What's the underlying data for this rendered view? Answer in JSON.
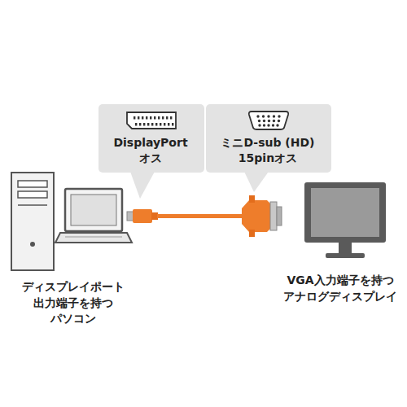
{
  "diagram": {
    "nodes": [
      {
        "text": [
          "DisplayPort オス"
        ]
      },
      {
        "text": [
          "ミニD-sub (HD) 15pinオス"
        ]
      }
    ],
    "labels": [
      "ディスプレイポート 出力端子を持つ パソコン",
      "VGA入力端子を持つ アナログディスプレイ"
    ]
  }
}
